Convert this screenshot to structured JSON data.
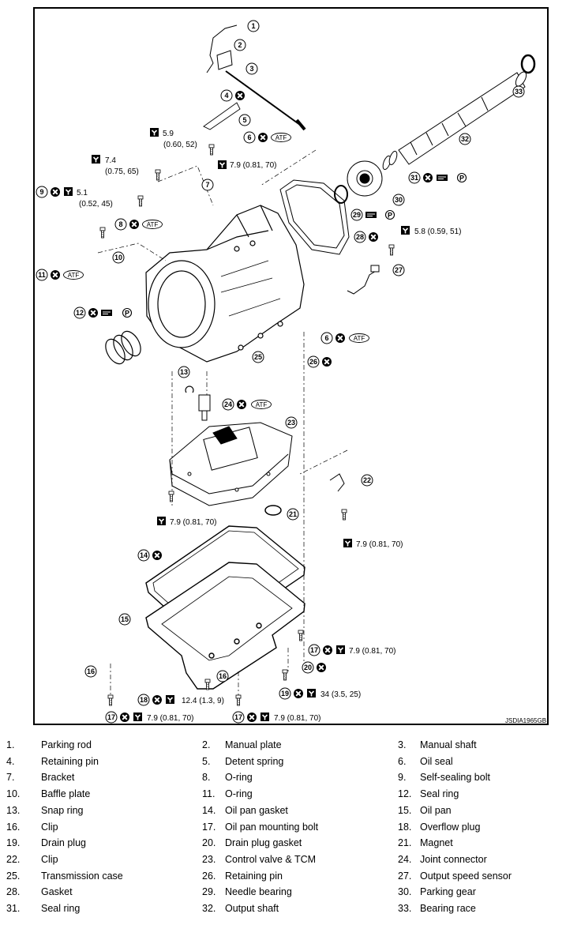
{
  "diagram_id": "JSDIA1965GB",
  "icons": {
    "torque": "torque-wrench-icon",
    "replace": "do-not-reuse-icon",
    "fluid": "ATF",
    "grease": "P",
    "sealant": "petroleum-jelly-icon"
  },
  "callouts": {
    "c1": "1",
    "c2": "2",
    "c3": "3",
    "c4": "4",
    "c5": "5",
    "c6a": "6",
    "c6b": "6",
    "c7": "7",
    "c8": "8",
    "c9": "9",
    "c10": "10",
    "c11": "11",
    "c12": "12",
    "c13": "13",
    "c14": "14",
    "c15": "15",
    "c16a": "16",
    "c16b": "16",
    "c17a": "17",
    "c17b": "17",
    "c17c": "17",
    "c18": "18",
    "c19": "19",
    "c20": "20",
    "c21": "21",
    "c22": "22",
    "c23": "23",
    "c24": "24",
    "c25": "25",
    "c26": "26",
    "c27": "27",
    "c28": "28",
    "c29": "29",
    "c30": "30",
    "c31": "31",
    "c32": "32",
    "c33": "33"
  },
  "torques": {
    "t1a": "5.9",
    "t1b": "(0.60, 52)",
    "t2": "7.9 (0.81, 70)",
    "t3a": "7.4",
    "t3b": "(0.75, 65)",
    "t4a": "5.1",
    "t4b": "(0.52, 45)",
    "t5": "5.8 (0.59, 51)",
    "t6": "7.9 (0.81, 70)",
    "t7": "7.9 (0.81, 70)",
    "t8": "7.9 (0.81, 70)",
    "t9": "12.4 (1.3, 9)",
    "t10": "34 (3.5, 25)",
    "t11": "7.9 (0.81, 70)",
    "t12": "7.9 (0.81, 70)"
  },
  "legend": [
    {
      "n": "1.",
      "t": "Parking rod"
    },
    {
      "n": "2.",
      "t": "Manual plate"
    },
    {
      "n": "3.",
      "t": "Manual shaft"
    },
    {
      "n": "4.",
      "t": "Retaining pin"
    },
    {
      "n": "5.",
      "t": "Detent spring"
    },
    {
      "n": "6.",
      "t": "Oil seal"
    },
    {
      "n": "7.",
      "t": "Bracket"
    },
    {
      "n": "8.",
      "t": "O-ring"
    },
    {
      "n": "9.",
      "t": "Self-sealing bolt"
    },
    {
      "n": "10.",
      "t": "Baffle plate"
    },
    {
      "n": "11.",
      "t": "O-ring"
    },
    {
      "n": "12.",
      "t": "Seal ring"
    },
    {
      "n": "13.",
      "t": "Snap ring"
    },
    {
      "n": "14.",
      "t": "Oil pan gasket"
    },
    {
      "n": "15.",
      "t": "Oil pan"
    },
    {
      "n": "16.",
      "t": "Clip"
    },
    {
      "n": "17.",
      "t": "Oil pan mounting bolt"
    },
    {
      "n": "18.",
      "t": "Overflow plug"
    },
    {
      "n": "19.",
      "t": "Drain plug"
    },
    {
      "n": "20.",
      "t": "Drain plug gasket"
    },
    {
      "n": "21.",
      "t": "Magnet"
    },
    {
      "n": "22.",
      "t": "Clip"
    },
    {
      "n": "23.",
      "t": "Control valve & TCM"
    },
    {
      "n": "24.",
      "t": "Joint connector"
    },
    {
      "n": "25.",
      "t": "Transmission case"
    },
    {
      "n": "26.",
      "t": "Retaining pin"
    },
    {
      "n": "27.",
      "t": "Output speed sensor"
    },
    {
      "n": "28.",
      "t": "Gasket"
    },
    {
      "n": "29.",
      "t": "Needle bearing"
    },
    {
      "n": "30.",
      "t": "Parking gear"
    },
    {
      "n": "31.",
      "t": "Seal ring"
    },
    {
      "n": "32.",
      "t": "Output shaft"
    },
    {
      "n": "33.",
      "t": "Bearing race"
    }
  ]
}
